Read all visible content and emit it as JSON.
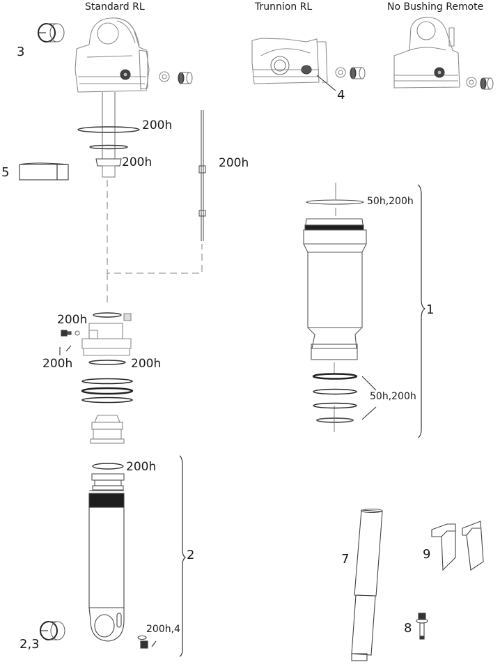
{
  "titles": {
    "standard": "Standard RL",
    "trunnion": "Trunnion RL",
    "remote": "No Bushing Remote"
  },
  "part_numbers": {
    "p1": "1",
    "p2": "2",
    "p3": "3",
    "p4": "4",
    "p5": "5",
    "p7": "7",
    "p8": "8",
    "p9": "9",
    "p23": "2,3"
  },
  "service_callouts": {
    "shaft_oring_upper": "200h",
    "shaft_seal_head": "200h",
    "remote_cable_rod": "200h",
    "piston_top": "200h",
    "piston_screw": "200h",
    "piston_band": "200h",
    "air_can_top_seal": "50h,200h",
    "air_can_bottom_seals": "50h,200h",
    "damper_body_oring": "200h",
    "eyelet_valve": "200h,4"
  },
  "colors": {
    "line": "#3a3a3a",
    "light_line": "#9a9a9a",
    "dark_fill": "#1e1e1e",
    "background": "#ffffff"
  }
}
